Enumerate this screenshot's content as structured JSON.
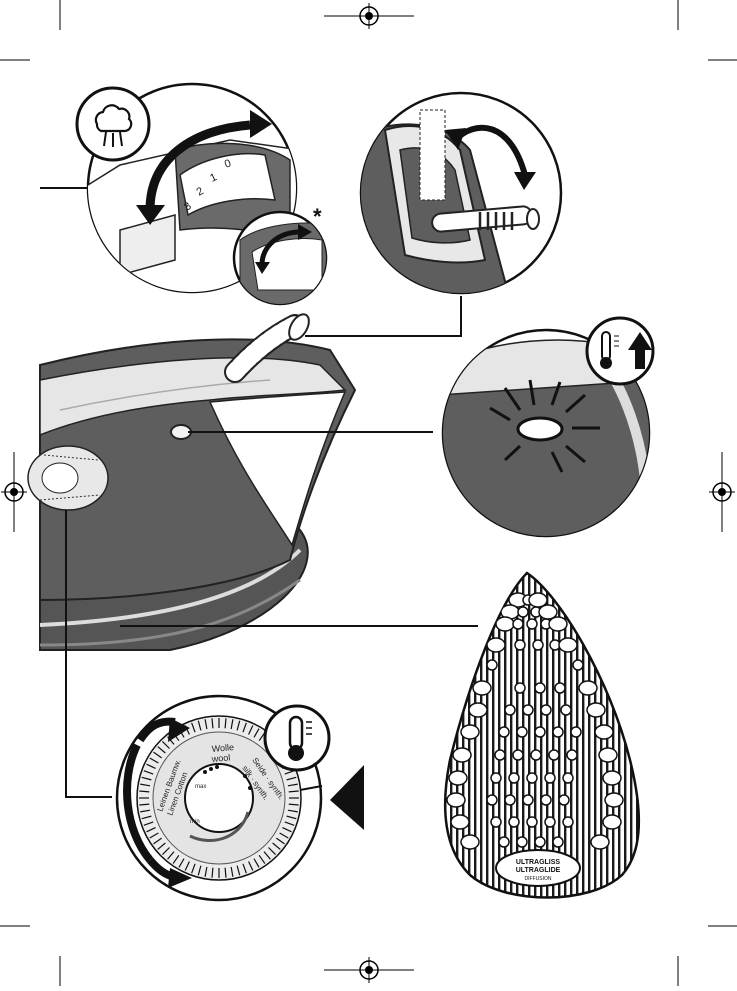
{
  "steam_dial": {
    "levels": [
      "0",
      "1",
      "2",
      "3"
    ],
    "optional_marker": "*"
  },
  "temperature_dial": {
    "fabric_wool": [
      "Wolle",
      "wool"
    ],
    "fabric_silk_synthetic": [
      "Seide · synth.",
      "silk · synth."
    ],
    "fabric_linen_cotton": [
      "Leinen Baumw.",
      "Linen Cotton"
    ],
    "max_label": "max",
    "min_label": "min"
  },
  "soleplate": {
    "logo_lines": [
      "ULTRAGLISS",
      "ULTRAGLIDE",
      "DIFFUSION"
    ]
  }
}
